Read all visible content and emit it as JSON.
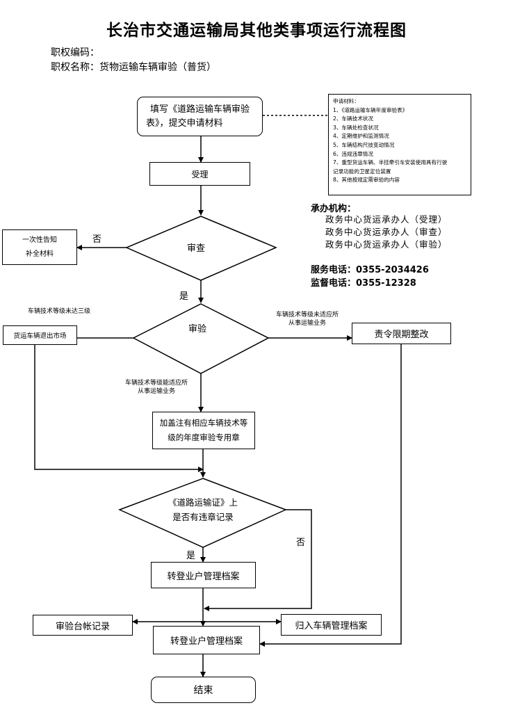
{
  "title": "长治市交通运输局其他类事项运行流程图",
  "meta": {
    "code_label": "职权编码：",
    "name_label": "职权名称：货物运输车辆审验（普货）"
  },
  "nodes": {
    "fill_form_line1": "填写《道路运输车辆审验",
    "fill_form_line2": "表》，提交申请材料",
    "accept": "受理",
    "notify_line1": "一次性告知",
    "notify_line2": "补全材料",
    "review": "审查",
    "inspect": "审验",
    "exit_market": "货运车辆退出市场",
    "rectify": "责令限期整改",
    "stamp_line1": "加盖注有相应车辆技术等",
    "stamp_line2": "级的年度审验专用章",
    "violation_line1": "《道路运输证》上",
    "violation_line2": "是否有违章记录",
    "transfer1": "转登业户管理档案",
    "ledger": "审验台帐记录",
    "vehicle_archive": "归入车辆管理档案",
    "transfer2": "转登业户管理档案",
    "end": "结束"
  },
  "edge_labels": {
    "review_no": "否",
    "review_yes": "是",
    "below_grade3": "车辆技术等级未达三级",
    "not_fit_line1": "车辆技术等级未适应所",
    "not_fit_line2": "从事运输业务",
    "fit_line1": "车辆技术等级能适应所",
    "fit_line2": "从事运输业务",
    "violation_no": "否",
    "violation_yes": "是"
  },
  "materials": {
    "heading": "申请材料：",
    "items": [
      "1、《道路运输车辆年度审验表》",
      "2、车辆技术状况",
      "3、车辆处检查状况",
      "4、定期维护和监测情况",
      "5、车辆结构尺技变动情况",
      "6、违规违章情况",
      "7、重型货运车辆、半挂牵引车安装使用具有行驶",
      "记录功能的卫星定位装置",
      "8、其他按规定需审验的内容"
    ]
  },
  "contact": {
    "org_heading": "承办机构：",
    "orgs": [
      "政务中心货运承办人（受理）",
      "政务中心货运承办人（审查）",
      "政务中心货运承办人（审验）"
    ],
    "service_phone": "服务电话：0355-2034426",
    "supervise_phone": "监督电话：0355-12328"
  }
}
